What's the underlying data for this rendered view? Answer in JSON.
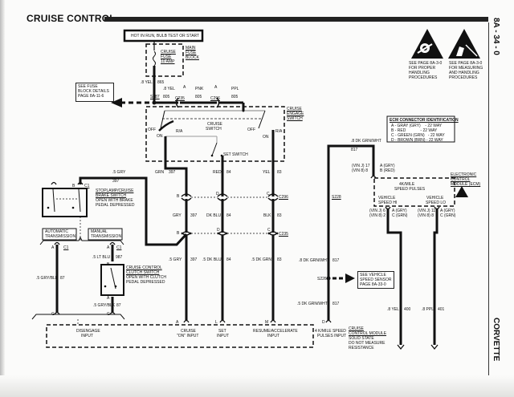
{
  "header": {
    "title": "CRUISE CONTROL",
    "page_number": "8A - 34 - 0",
    "vehicle": "CORVETTE"
  },
  "esd_notices": [
    {
      "icon": "esd-handling-icon",
      "text": [
        "SEE PAGE 8A-3-0",
        "FOR PROPER",
        "HANDLING",
        "PROCEDURES"
      ]
    },
    {
      "icon": "esd-measuring-icon",
      "text": [
        "SEE PAGE 8A-3-0",
        "FOR MEASURING",
        "AND HANDLING",
        "PROCEDURES"
      ]
    }
  ],
  "power": {
    "source_label": "HOT IN RUN, BULB TEST OR START",
    "fuse_label": [
      "CRUISE",
      "FUSE",
      "10 AMP"
    ],
    "fuse_block_label": [
      "MAIN",
      "FUSE",
      "BLOCK"
    ],
    "fuse_out_wire": ".8 YEL",
    "fuse_out_circuit": "865",
    "splice": "S287",
    "splice_circuit": "805",
    "see_fuse_block": [
      "SEE FUSE",
      "BLOCK DETAILS",
      "PAGE 8A-11-6"
    ]
  },
  "top_run": {
    "seg1_wire": ".8 YEL",
    "c235_pin": "A",
    "c235_label": "C235",
    "seg2_wire": "PNK",
    "seg2_circuit": "805",
    "c296_pin": "A",
    "c296_label": "C296",
    "seg3_wire": "PPL",
    "seg3_circuit": "805"
  },
  "engage_switch": {
    "label": [
      "CRUISE",
      "ENGAGE",
      "SWITCH"
    ],
    "cruise_switch": [
      "CRUISE",
      "SWITCH"
    ],
    "set_switch": "SET SWITCH",
    "off_left": "OFF",
    "on_left": "ON",
    "ra_left": "R/A",
    "off_right": "OFF",
    "on_right": "ON",
    "ra_right": "R/A"
  },
  "wires_mid": [
    {
      "color": "GRN",
      "circuit": "397",
      "c296_pin": "B",
      "mid_color": "GRY",
      "mid_circuit": "397",
      "c235_pin": "B",
      "low_color": ".5 GRY",
      "low_circuit": "397",
      "pcm_pin": "A",
      "pcm_label": [
        "CRUISE",
        "\"ON\" INPUT"
      ]
    },
    {
      "color": "RED",
      "circuit": "84",
      "c296_pin": "D",
      "mid_color": "DK BLU",
      "mid_circuit": "84",
      "c235_pin": "D",
      "low_color": ".5 DK BLU",
      "low_circuit": "84",
      "pcm_pin": "L",
      "pcm_label": [
        "SET",
        "INPUT"
      ]
    },
    {
      "color": "YEL",
      "circuit": "83",
      "c296_pin": "C",
      "mid_color": "BLK",
      "mid_circuit": "83",
      "c235_pin": "C",
      "low_color": ".5 DK GRN",
      "low_circuit": "83",
      "pcm_pin": "M",
      "pcm_label": [
        "RESUME/ACCELERATE",
        "INPUT"
      ]
    }
  ],
  "connectors": {
    "c296": "C296",
    "c235": "C235"
  },
  "brake_switch": {
    "wire": ".5 GRY",
    "circuit": "397",
    "pin_b": "B",
    "conn": "C1",
    "label": [
      "STOPLAMP/CRUISE",
      "BRAKE SWITCH",
      "OPEN WITH BRAKE",
      "PEDAL DEPRESSED"
    ]
  },
  "transmission": {
    "automatic": [
      "AUTOMATIC",
      "TRANSMISSION"
    ],
    "manual": [
      "MANUAL",
      "TRANSMISSION"
    ],
    "auto_pin": "A",
    "auto_conn": "C1",
    "auto_wire": ".5 GRY/BLK",
    "auto_circuit": "87",
    "auto_pcm_pin": "G",
    "man_pin": "A",
    "man_conn": "C1",
    "man_wire": ".5 LT BLU",
    "man_circuit": "987",
    "clutch_pin_b": "B",
    "clutch_pin_a": "A",
    "clutch_label": [
      "CRUISE CONTROL",
      "CLUTCH SWITCH",
      "OPEN WITH CLUTCH",
      "PEDAL DEPRESSED"
    ],
    "man_low_wire": ".5 GRY/BLK",
    "man_low_circuit": "87",
    "man_pcm_pin": "G"
  },
  "speed_circuit": {
    "top_wire": ".8 DK GRN/WHT",
    "top_circuit": "817",
    "splice_upper": "S228",
    "mid_wire": ".8 DK GRN/WHT",
    "mid_circuit": "817",
    "splice": "S226",
    "see_vss": [
      "SEE VEHICLE",
      "SPEED SENSOR",
      "PAGE 8A-33-0"
    ],
    "low_wire": ".5 DK GRN/WHT",
    "low_circuit": "817",
    "pcm_pin": "D",
    "pcm_label": [
      "4 K/MILE SPEED",
      "PULSES INPUT"
    ]
  },
  "ecm": {
    "id_title": "ECM CONNECTOR IDENTIFICATION",
    "id_rows": [
      [
        "A",
        "GRAY (GRY)",
        "22 WAY"
      ],
      [
        "B",
        "RED",
        "22 WAY"
      ],
      [
        "C",
        "GREEN (GRN)",
        "22 WAY"
      ],
      [
        "D",
        "BROWN (BRN)",
        "22 WAY"
      ]
    ],
    "input_pins": [
      "(VIN J) 17",
      "(VIN 8) 8"
    ],
    "input_conn": [
      "A (GRY)",
      "B (RED)"
    ],
    "pulses": [
      "4K/MILE",
      "SPEED PULSES"
    ],
    "label": [
      "ELECTRONIC",
      "CONTROL",
      "MODULE (ECM)"
    ],
    "vs_hi": [
      "VEHICLE",
      "SPEED HI"
    ],
    "vs_lo": [
      "VEHICLE",
      "SPEED LO"
    ],
    "hi_pins": [
      "(VIN J) 6",
      "(VIN 8) 2"
    ],
    "hi_conn": [
      "A (GRY)",
      "C (GRN)"
    ],
    "lo_pins": [
      "(VIN J) 11",
      "(VIN 8) 8"
    ],
    "lo_conn": [
      "A (GRY)",
      "C (GRN)"
    ],
    "hi_wire": ".8 YEL",
    "hi_circuit": "400",
    "lo_wire": ".8 PPL",
    "lo_circuit": "401"
  },
  "ccm": {
    "disengage": [
      "DISENGAGE",
      "INPUT"
    ],
    "label": [
      "CRUISE",
      "CONTROL MODULE",
      "SOLID STATE",
      "DO NOT MEASURE",
      "RESISTANCE"
    ]
  }
}
